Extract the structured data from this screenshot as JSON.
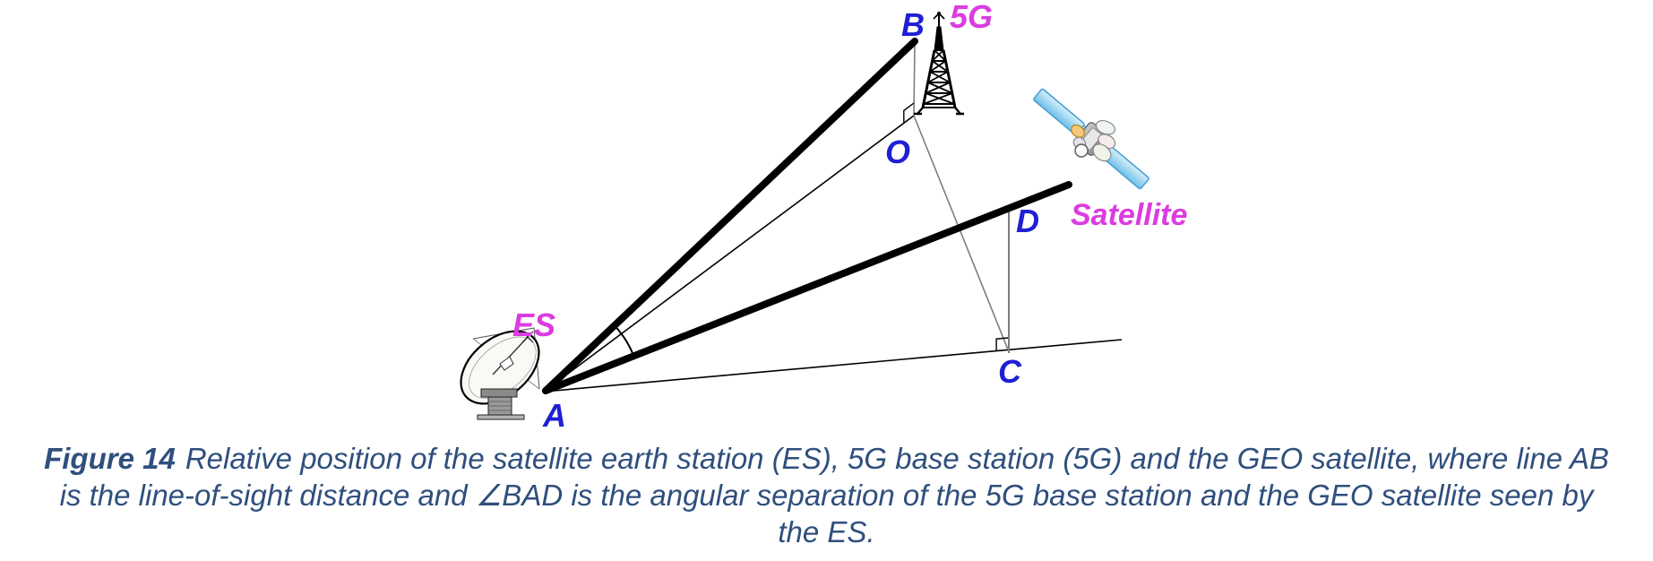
{
  "figure_labels": {
    "A": "A",
    "B": "B",
    "C": "C",
    "D": "D",
    "O": "O",
    "earth_station": "ES",
    "base_station": "5G",
    "satellite": "Satellite"
  },
  "colors": {
    "point_label": "#1f1fd4",
    "station_label": "#db3ce0",
    "caption_text": "#2f4f7d",
    "solid_line": "#000000",
    "gray_line": "#7d7d7d",
    "satellite_panel": "#8ecdef"
  },
  "caption": {
    "figure_number": "Figure 14",
    "line1_rest": "Relative position of the satellite earth station (ES), 5G base station (5G) and the GEO satellite, where line AB",
    "line2": "is the line-of-sight distance and ∠BAD is the angular separation of the 5G base station and the GEO satellite seen by",
    "line3": "the ES."
  }
}
